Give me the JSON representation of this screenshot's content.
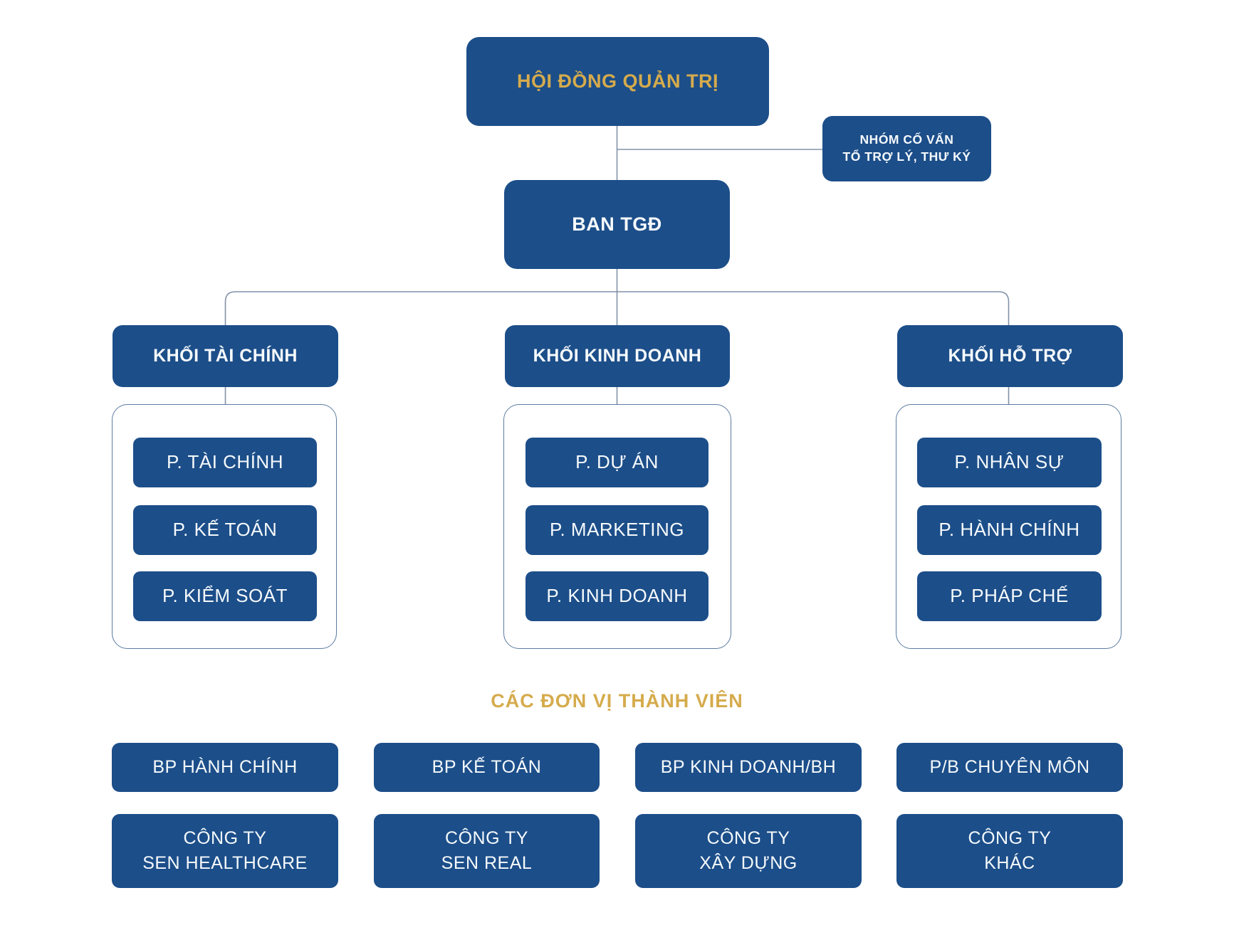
{
  "palette": {
    "box_blue": "#1c4e89",
    "gold": "#d5ab4c",
    "line_gray_blue": "#8292a8",
    "frame_border": "#5b7ba1",
    "text_white": "#f6fafc"
  },
  "org": {
    "board": {
      "label": "HỘI ĐỒNG QUẢN TRỊ"
    },
    "advisors": {
      "line1": "NHÓM CỐ VẤN",
      "line2": "TỔ TRỢ LÝ, THƯ KÝ"
    },
    "ceo": {
      "label": "BAN TGĐ"
    },
    "divisions": [
      {
        "label": "KHỐI TÀI CHÍNH",
        "departments": [
          "P. TÀI CHÍNH",
          "P. KẾ TOÁN",
          "P. KIỂM SOÁT"
        ]
      },
      {
        "label": "KHỐI KINH DOANH",
        "departments": [
          "P. DỰ ÁN",
          "P. MARKETING",
          "P. KINH DOANH"
        ]
      },
      {
        "label": "KHỐI HỖ TRỢ",
        "departments": [
          "P. NHÂN SỰ",
          "P. HÀNH CHÍNH",
          "P. PHÁP CHẾ"
        ]
      }
    ],
    "members_heading": "CÁC ĐƠN VỊ THÀNH VIÊN",
    "member_units": [
      {
        "department": "BP HÀNH CHÍNH",
        "company_line1": "CÔNG TY",
        "company_line2": "SEN HEALTHCARE"
      },
      {
        "department": "BP KẾ TOÁN",
        "company_line1": "CÔNG TY",
        "company_line2": "SEN REAL"
      },
      {
        "department": "BP KINH DOANH/BH",
        "company_line1": "CÔNG TY",
        "company_line2": "XÂY DỰNG"
      },
      {
        "department": "P/B CHUYÊN MÔN",
        "company_line1": "CÔNG TY",
        "company_line2": "KHÁC"
      }
    ]
  }
}
